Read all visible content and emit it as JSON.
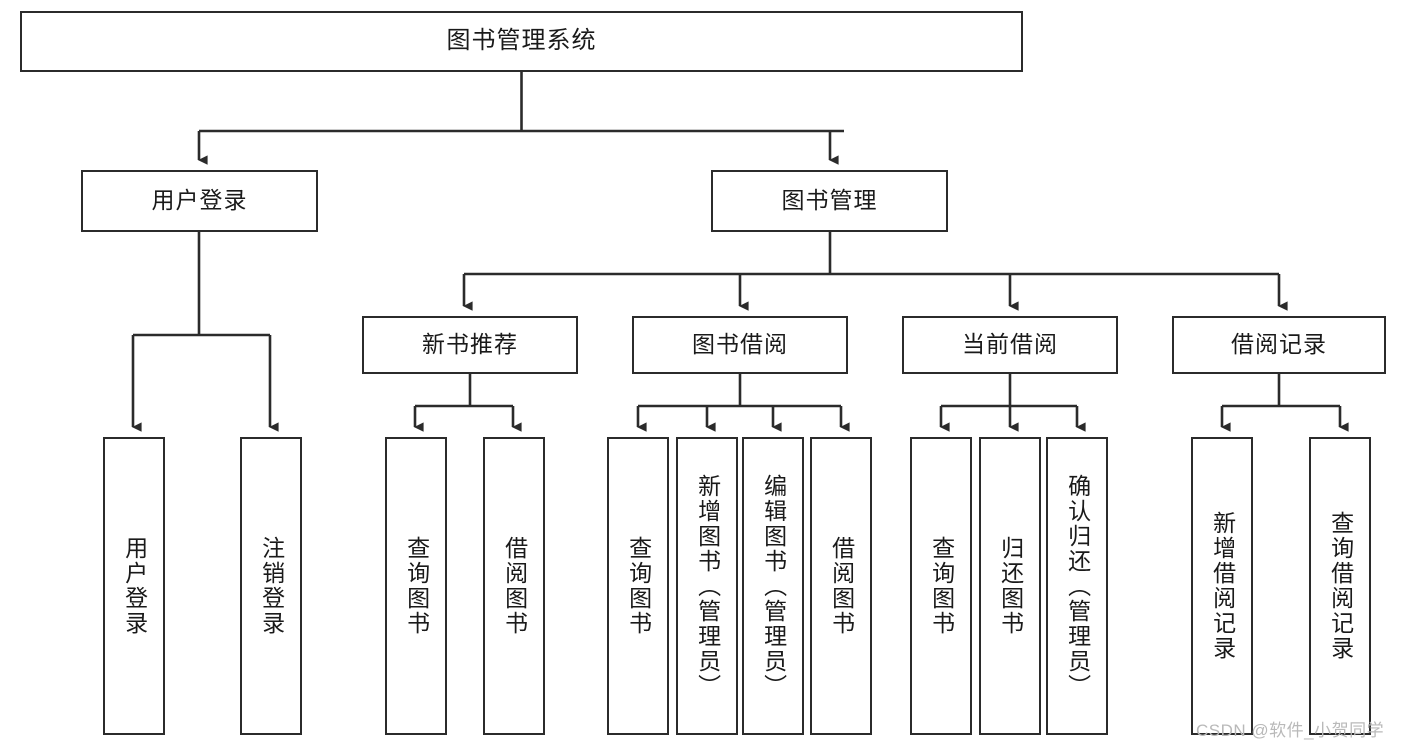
{
  "diagram": {
    "title": "图书管理系统",
    "type": "tree-hierarchy-diagram",
    "stroke_color": "#2b2b2b",
    "fill_color": "#ffffff",
    "text_color": "#1a1a1a"
  },
  "nodes": {
    "root": {
      "label": "图书管理系统"
    },
    "level2": [
      {
        "label": "用户登录"
      },
      {
        "label": "图书管理"
      }
    ],
    "level3": [
      {
        "label": "新书推荐"
      },
      {
        "label": "图书借阅"
      },
      {
        "label": "当前借阅"
      },
      {
        "label": "借阅记录"
      }
    ],
    "leaves": {
      "user_login": [
        {
          "label": "用户登录"
        },
        {
          "label": "注销登录"
        }
      ],
      "new_book_recommend": [
        {
          "label": "查询图书"
        },
        {
          "label": "借阅图书"
        }
      ],
      "book_borrow": [
        {
          "label": "查询图书"
        },
        {
          "label": "新增图书（管理员）"
        },
        {
          "label": "编辑图书（管理员）"
        },
        {
          "label": "借阅图书"
        }
      ],
      "current_borrow": [
        {
          "label": "查询图书"
        },
        {
          "label": "归还图书"
        },
        {
          "label": "确认归还（管理员）"
        }
      ],
      "borrow_record": [
        {
          "label": "新增借阅记录"
        },
        {
          "label": "查询借阅记录"
        }
      ]
    }
  },
  "watermark": {
    "text": "CSDN @软件_小贺同学"
  }
}
